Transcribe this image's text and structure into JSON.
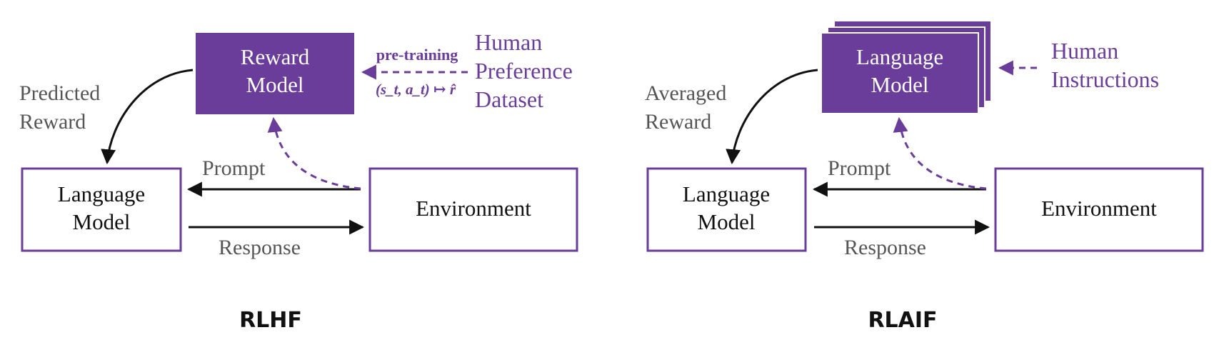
{
  "colors": {
    "purple": "#6a3d9a",
    "purple_light": "#7a4fad",
    "black": "#111111",
    "gray_text": "#555555"
  },
  "rlhf": {
    "reward_model": [
      "Reward",
      "Model"
    ],
    "predicted_reward": [
      "Predicted",
      "Reward"
    ],
    "language_model": [
      "Language",
      "Model"
    ],
    "environment": "Environment",
    "prompt": "Prompt",
    "response": "Response",
    "pretraining": "pre-training",
    "mapping": "(s_t, a_t) ↦ r̂",
    "dataset": [
      "Human",
      "Preference",
      "Dataset"
    ],
    "title": "RLHF"
  },
  "rlaif": {
    "language_model_top": [
      "Language",
      "Model"
    ],
    "averaged_reward": [
      "Averaged",
      "Reward"
    ],
    "language_model": [
      "Language",
      "Model"
    ],
    "environment": "Environment",
    "prompt": "Prompt",
    "response": "Response",
    "instructions": [
      "Human",
      "Instructions"
    ],
    "title": "RLAIF"
  }
}
